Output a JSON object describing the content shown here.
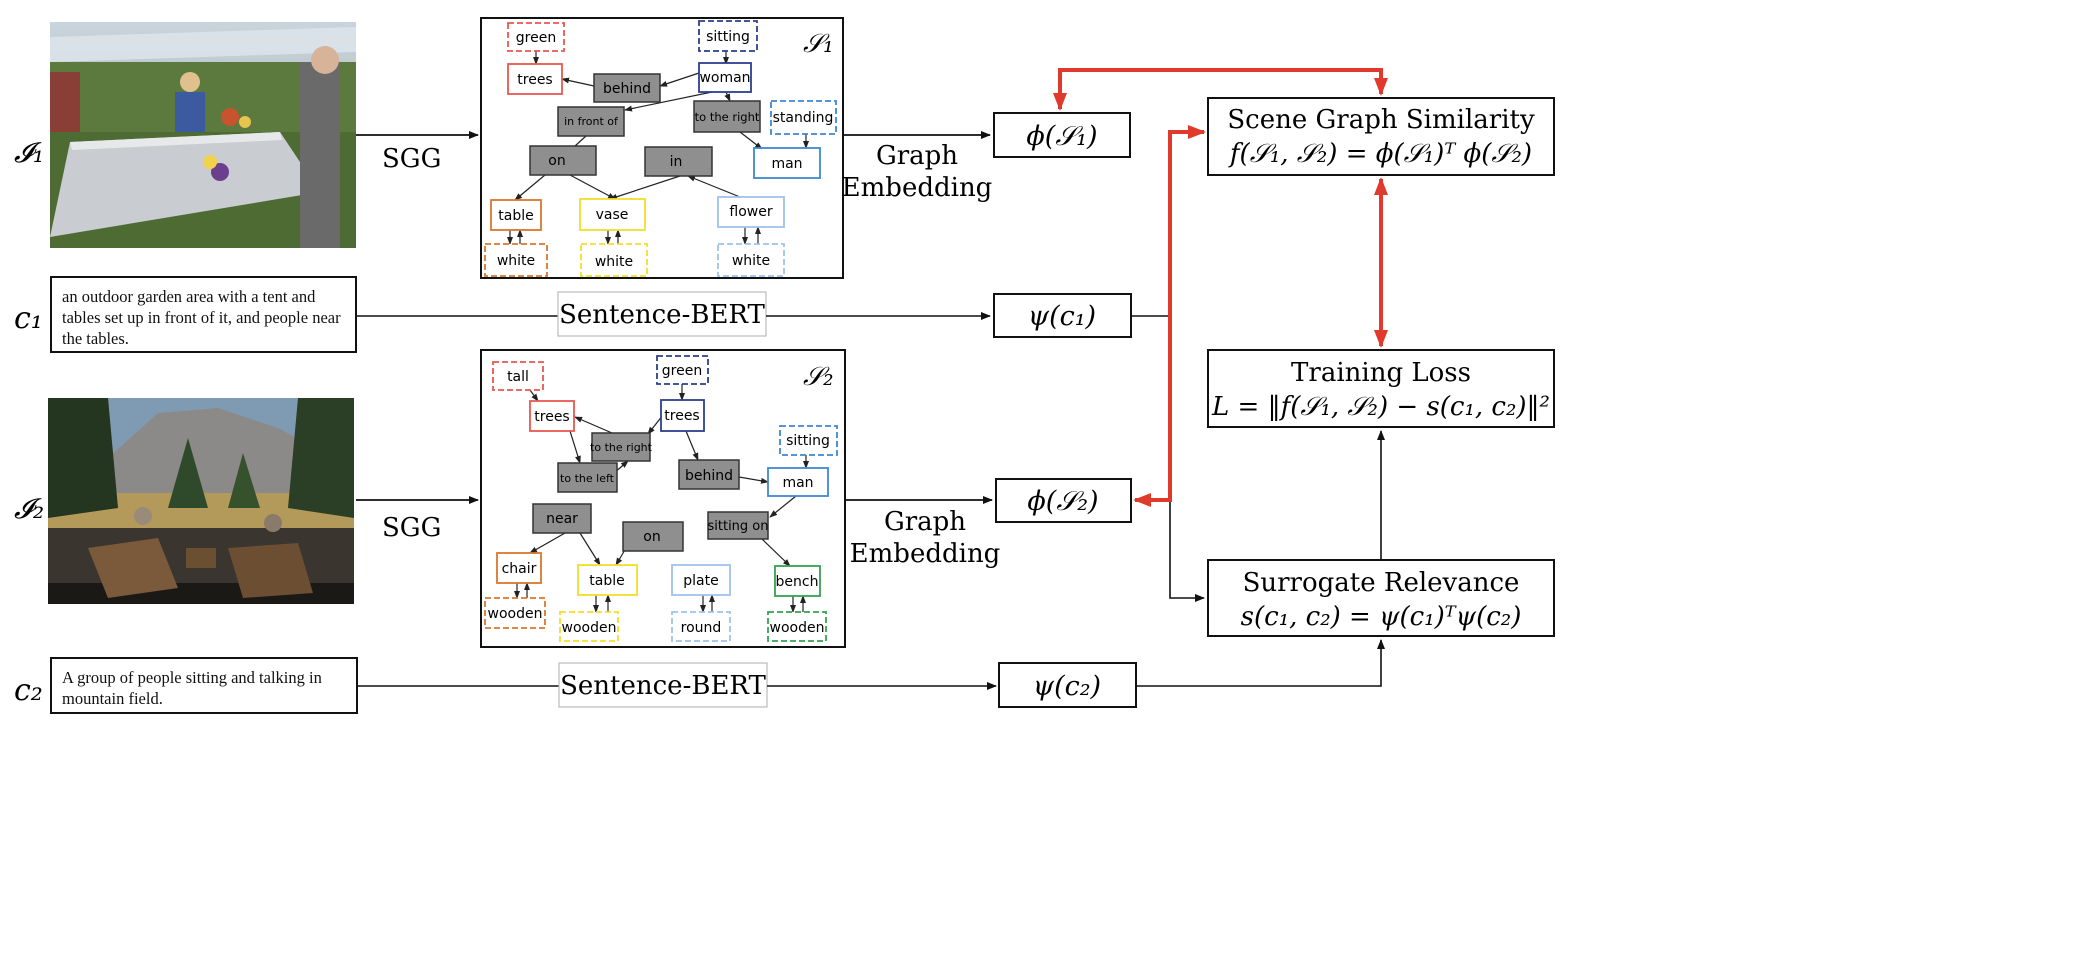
{
  "inputs": {
    "image1_label": "𝓘₁",
    "image2_label": "𝓘₂",
    "caption1_label": "c₁",
    "caption2_label": "c₂",
    "caption1_text": "an outdoor garden area with a tent and tables set up in front of it, and people near the tables.",
    "caption2_text": "A group of people sitting and talking in mountain field."
  },
  "operations": {
    "sgg_1": "SGG",
    "sgg_2": "SGG",
    "graph_embedding_1_line1": "Graph",
    "graph_embedding_1_line2": "Embedding",
    "graph_embedding_2_line1": "Graph",
    "graph_embedding_2_line2": "Embedding",
    "sbert_1": "Sentence-BERT",
    "sbert_2": "Sentence-BERT"
  },
  "embeddings": {
    "phi_s1": "ϕ(𝒮₁)",
    "phi_s2": "ϕ(𝒮₂)",
    "psi_c1": "ψ(c₁)",
    "psi_c2": "ψ(c₂)"
  },
  "outputs": {
    "similarity_title": "Scene Graph Similarity",
    "similarity_formula": "f(𝒮₁, 𝒮₂) = ϕ(𝒮₁)ᵀ ϕ(𝒮₂)",
    "loss_title": "Training Loss",
    "loss_formula": "L = ‖f(𝒮₁, 𝒮₂) − s(c₁, c₂)‖²",
    "relevance_title": "Surrogate Relevance",
    "relevance_formula": "s(c₁, c₂) = ψ(c₁)ᵀψ(c₂)"
  },
  "scene_graph_1": {
    "label": "𝒮₁",
    "nodes": {
      "green": "green",
      "sitting": "sitting",
      "trees": "trees",
      "behind": "behind",
      "woman": "woman",
      "in_front_of": "in front of",
      "to_the_right": "to the right",
      "standing": "standing",
      "man": "man",
      "on": "on",
      "in": "in",
      "table": "table",
      "vase": "vase",
      "flower": "flower",
      "white_1": "white",
      "white_2": "white",
      "white_3": "white"
    }
  },
  "scene_graph_2": {
    "label": "𝒮₂",
    "nodes": {
      "tall": "tall",
      "green": "green",
      "trees_1": "trees",
      "trees_2": "trees",
      "to_the_right": "to the right",
      "sitting": "sitting",
      "to_the_left": "to the left",
      "behind": "behind",
      "man": "man",
      "near": "near",
      "sitting_on": "sitting on",
      "on": "on",
      "chair": "chair",
      "table": "table",
      "plate": "plate",
      "bench": "bench",
      "wooden_1": "wooden",
      "wooden_2": "wooden",
      "round": "round",
      "wooden_3": "wooden"
    }
  },
  "colors": {
    "red_arrow": "#e03a2c",
    "predicate_fill": "#8f8f8f",
    "orange": "#d9772b",
    "yellow": "#f2de2c",
    "navy": "#2d3f8c",
    "salmon": "#e8584f",
    "light_blue": "#9ec3ea",
    "blue": "#3f86d1",
    "green": "#33a351"
  }
}
